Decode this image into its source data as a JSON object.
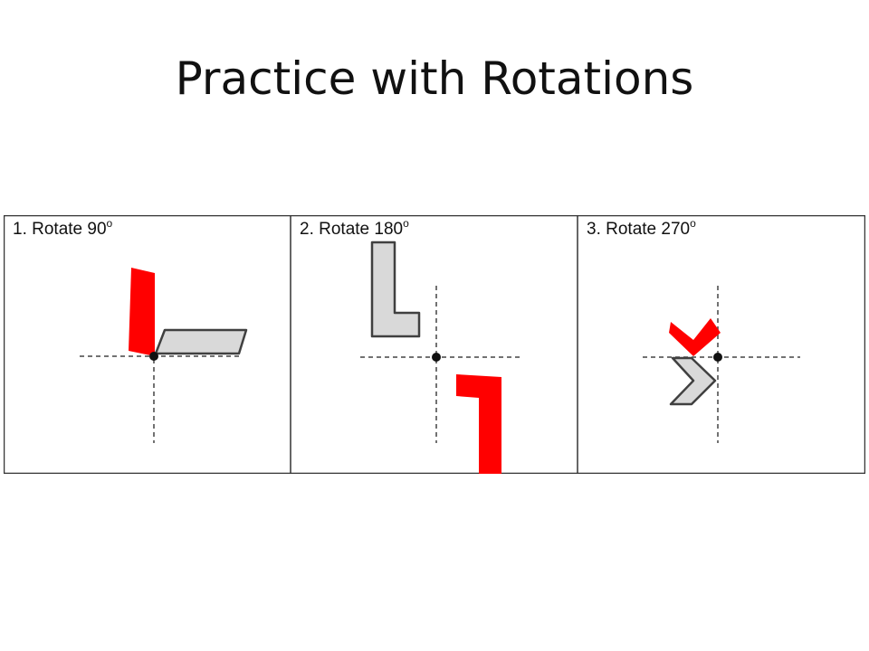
{
  "slide": {
    "title": "Practice with Rotations"
  },
  "problems": [
    {
      "number": "1.",
      "label": "Rotate 90",
      "degree_mark": "o"
    },
    {
      "number": "2.",
      "label": "Rotate 180",
      "degree_mark": "o"
    },
    {
      "number": "3.",
      "label": "Rotate 270",
      "degree_mark": "o"
    }
  ],
  "colors": {
    "original_fill": "#d9d9d9",
    "original_stroke": "#404040",
    "answer_fill": "#ff0000",
    "grid_border": "#333333",
    "axis": "#444444"
  }
}
